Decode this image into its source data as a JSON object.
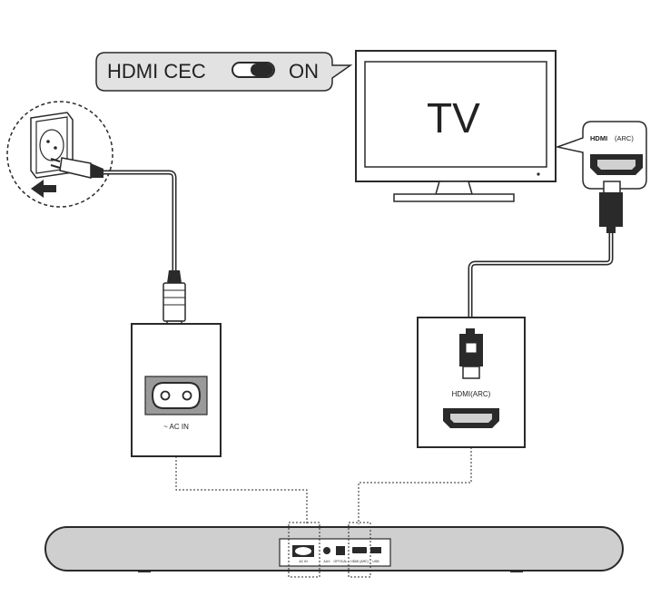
{
  "cec_callout": {
    "prefix": "HDMI CEC",
    "state": "ON",
    "toggle_icon": "toggle-switch-icon"
  },
  "tv": {
    "label": "TV"
  },
  "tv_port_callout": {
    "label": "(ARC)",
    "logo_text": "HDMI",
    "port_icon": "hdmi-port-icon"
  },
  "power_panel": {
    "port_label": "~ AC IN",
    "socket_icon": "figure-8-socket-icon"
  },
  "hdmi_panel": {
    "port_label": "HDMI(ARC)",
    "port_icon": "hdmi-port-icon"
  },
  "wall_outlet": {
    "icon": "wall-outlet-icon",
    "arrow_icon": "arrow-icon"
  },
  "soundbar_ports": [
    {
      "label": "AC IN"
    },
    {
      "label": "AUX"
    },
    {
      "label": "OPTICAL"
    },
    {
      "label": "HDMI (ARC)"
    },
    {
      "label": "USB"
    }
  ],
  "colors": {
    "line": "#2a2a2a",
    "panel_fill": "#ffffff",
    "socket_fill": "#9a9a9a",
    "soundbar_fill": "#cfcfcf",
    "callout_fill": "#e2e2e2",
    "tv_screen": "#ffffff"
  }
}
